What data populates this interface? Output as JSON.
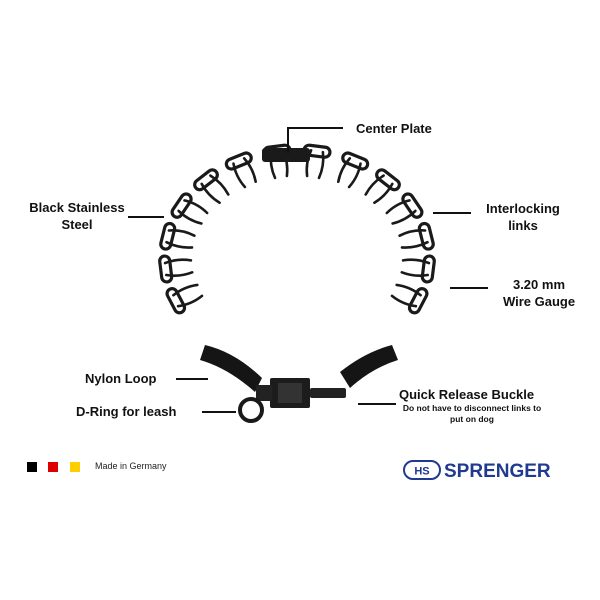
{
  "labels": {
    "center_plate": "Center Plate",
    "black_steel_line1": "Black Stainless",
    "black_steel_line2": "Steel",
    "interlocking_line1": "Interlocking",
    "interlocking_line2": "links",
    "gauge_line1": "3.20 mm",
    "gauge_line2": "Wire Gauge",
    "nylon_loop": "Nylon Loop",
    "d_ring": "D-Ring for leash",
    "quick_release": "Quick Release Buckle",
    "quick_release_note_line1": "Do not have to disconnect links to",
    "quick_release_note_line2": "put on dog"
  },
  "footer": {
    "made_in": "Made in Germany",
    "flag_colors": [
      "#000000",
      "#dd0000",
      "#ffce00"
    ]
  },
  "brand": {
    "badge": "HS",
    "name": "SPRENGER",
    "color": "#1f3a8f"
  },
  "product": {
    "color": "#1a1a1a"
  }
}
